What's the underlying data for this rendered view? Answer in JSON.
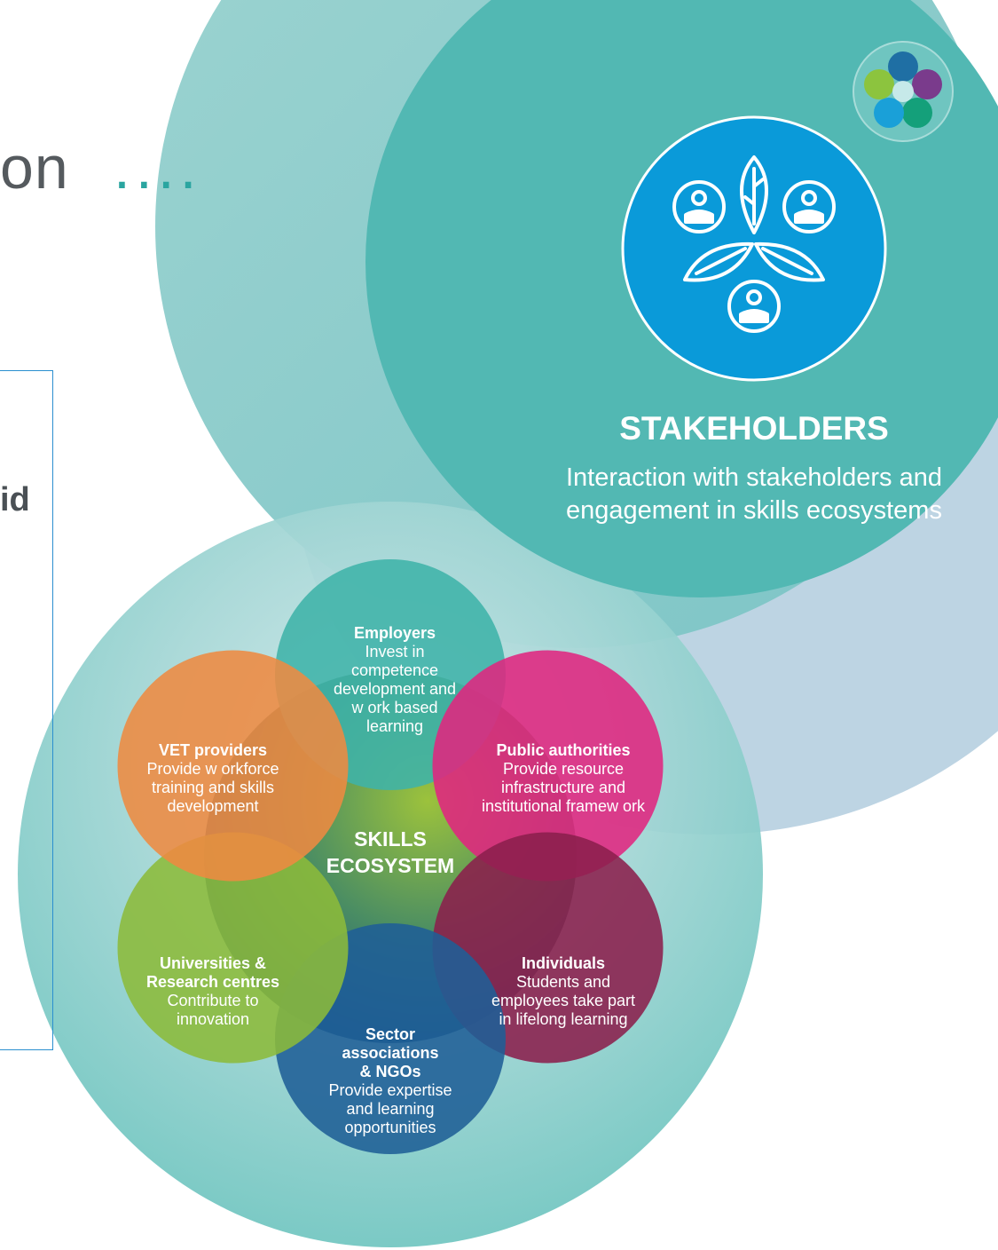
{
  "slide": {
    "title_fragment": "on",
    "title_dots": "....",
    "left_fragment": "id"
  },
  "stakeholders": {
    "title": "STAKEHOLDERS",
    "description": "Interaction with stakeholders and engagement in skills ecosystems"
  },
  "ecosystem": {
    "center_label": [
      "SKILLS",
      "ECOSYSTEM"
    ],
    "members": [
      {
        "name": "Employers",
        "description": [
          "Invest in",
          "competence",
          "development and",
          "w ork based",
          "learning"
        ],
        "color": "#3fb3a9"
      },
      {
        "name": "Public authorities",
        "description": [
          "Provide resource",
          "infrastructure and",
          "institutional framew ork"
        ],
        "color": "#e0267f"
      },
      {
        "name": "Individuals",
        "description": [
          "Students and",
          "employees take part",
          "in lifelong learning"
        ],
        "color": "#8b1f4c"
      },
      {
        "name": "Sector associations & NGOs",
        "name_lines": [
          "Sector",
          "associations",
          "& NGOs"
        ],
        "description": [
          "Provide expertise",
          "and learning",
          "opportunities"
        ],
        "color": "#1f5e96"
      },
      {
        "name": "Universities & Research centres",
        "name_lines": [
          "Universities &",
          "Research centres"
        ],
        "description": [
          "Contribute to",
          "innovation"
        ],
        "color": "#8cbb3a"
      },
      {
        "name": "VET providers",
        "description": [
          "Provide w orkforce",
          "training and skills",
          "development"
        ],
        "color": "#ee8a41"
      }
    ]
  },
  "colors": {
    "teal_big": "#52b8b3",
    "teal_light": "#8fd0cb",
    "blue_icon": "#0a9ad9",
    "box_border": "#2b8fcf"
  },
  "icons": [
    "stakeholders-network-icon",
    "brand-flower-logo-icon"
  ]
}
